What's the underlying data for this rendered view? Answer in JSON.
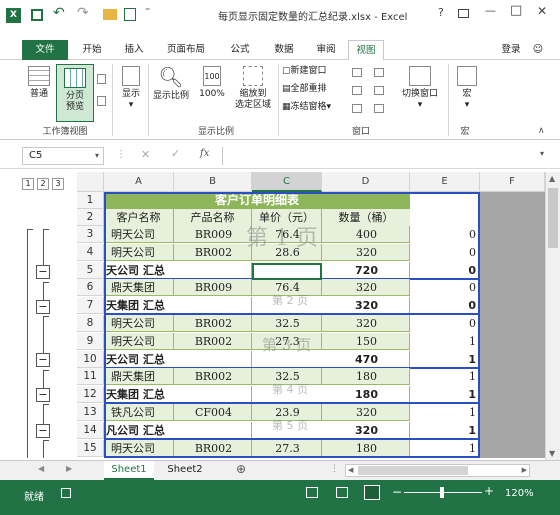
{
  "window": {
    "title": "每页显示固定数量的汇总纪录.xlsx - Excel",
    "help": "?",
    "minimize": "—",
    "maximize": "□",
    "close": "✕",
    "login": "登录"
  },
  "tabs": [
    "文件",
    "开始",
    "插入",
    "页面布局",
    "公式",
    "数据",
    "审阅",
    "视图"
  ],
  "ribbon": {
    "views": [
      "普通",
      "分页\n预览"
    ],
    "show": "显示",
    "zoom_buttons": [
      "显示比例",
      "100%",
      "缩放到\n选定区域"
    ],
    "window_items": [
      "新建窗口",
      "全部重排",
      "冻结窗格"
    ],
    "switch_window": "切换窗口",
    "macro": "宏",
    "groups": [
      "工作簿视图",
      "显示比例",
      "窗口",
      "宏"
    ]
  },
  "formula_bar": {
    "name_box": "C5",
    "fx": "fx",
    "value": ""
  },
  "outline_levels": [
    "1",
    "2",
    "3"
  ],
  "columns": [
    "A",
    "B",
    "C",
    "D",
    "E",
    "F"
  ],
  "title_row": "客户订单明细表",
  "headers": [
    "客户名称",
    "产品名称",
    "单价（元）",
    "数量（桶）"
  ],
  "rows": [
    {
      "n": "3",
      "a": "明天公司",
      "b": "BR009",
      "c": "76.4",
      "d": "400",
      "e": "0",
      "type": "data"
    },
    {
      "n": "4",
      "a": "明天公司",
      "b": "BR002",
      "c": "28.6",
      "d": "320",
      "e": "0",
      "type": "data"
    },
    {
      "n": "5",
      "a": "天公司 汇总",
      "b": "",
      "c": "",
      "d": "720",
      "e": "0",
      "type": "sum"
    },
    {
      "n": "6",
      "a": "鼎天集团",
      "b": "BR009",
      "c": "76.4",
      "d": "320",
      "e": "0",
      "type": "data"
    },
    {
      "n": "7",
      "a": "天集团 汇总",
      "b": "",
      "c": "",
      "d": "320",
      "e": "0",
      "type": "sum"
    },
    {
      "n": "8",
      "a": "明天公司",
      "b": "BR002",
      "c": "32.5",
      "d": "320",
      "e": "0",
      "type": "data"
    },
    {
      "n": "9",
      "a": "明天公司",
      "b": "BR002",
      "c": "27.3",
      "d": "150",
      "e": "1",
      "type": "data"
    },
    {
      "n": "10",
      "a": "天公司 汇总",
      "b": "",
      "c": "",
      "d": "470",
      "e": "1",
      "type": "sum"
    },
    {
      "n": "11",
      "a": "鼎天集团",
      "b": "BR002",
      "c": "32.5",
      "d": "180",
      "e": "1",
      "type": "data"
    },
    {
      "n": "12",
      "a": "天集团 汇总",
      "b": "",
      "c": "",
      "d": "180",
      "e": "1",
      "type": "sum"
    },
    {
      "n": "13",
      "a": "铁凡公司",
      "b": "CF004",
      "c": "23.9",
      "d": "320",
      "e": "1",
      "type": "data"
    },
    {
      "n": "14",
      "a": "凡公司 汇总",
      "b": "",
      "c": "",
      "d": "320",
      "e": "1",
      "type": "sum"
    },
    {
      "n": "15",
      "a": "明天公司",
      "b": "BR002",
      "c": "27.3",
      "d": "180",
      "e": "1",
      "type": "data"
    }
  ],
  "watermarks": [
    "第 1 页",
    "第 2 页",
    "第 3 页",
    "第 4 页",
    "第 5 页"
  ],
  "sheets": [
    "Sheet1",
    "Sheet2"
  ],
  "add_sheet": "⊕",
  "status": {
    "ready": "就绪",
    "zoom": "120%"
  }
}
